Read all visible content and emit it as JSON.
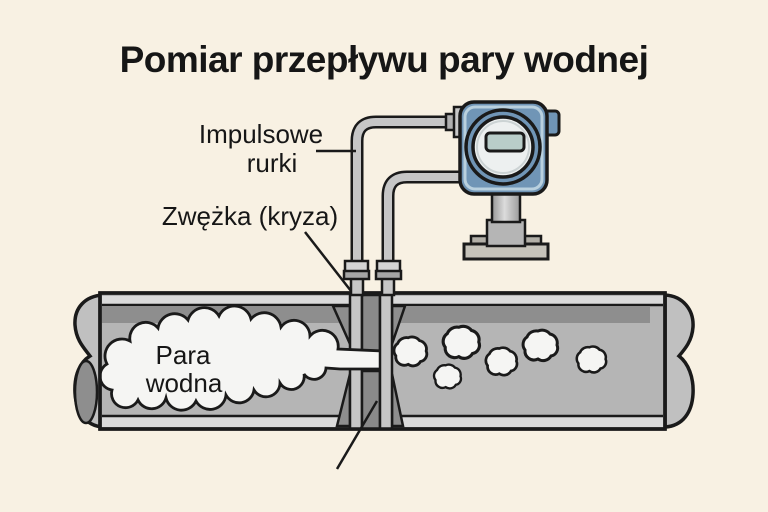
{
  "title": "Pomiar przepływu pary wodnej",
  "labels": {
    "impulse_tubes_line1": "Impulsowe",
    "impulse_tubes_line2": "rurki",
    "orifice": "Zwężka (kryza)",
    "steam_line1": "Para",
    "steam_line2": "wodna"
  },
  "colors": {
    "background": "#f8f1e3",
    "outline": "#1a1a1a",
    "pipe_body": "#b5b5b5",
    "pipe_inner_shadow": "#8e8e8e",
    "pipe_highlight": "#dadada",
    "orifice_plate": "#8a8a8a",
    "impulse_tube": "#c6c6c6",
    "steam_cloud": "#f5f5f3",
    "transmitter_body": "#7095b6",
    "transmitter_highlight": "#b9d0de",
    "transmitter_face": "#edf0f0",
    "transmitter_screen": "#b9cdc9",
    "transmitter_metal": "#c6c3ba"
  }
}
